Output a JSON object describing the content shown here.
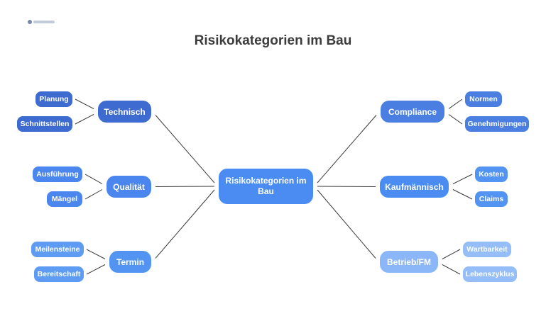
{
  "title": "Risikokategorien im Bau",
  "center": {
    "label": "Risikokategorien im Bau",
    "color": "#4a8cf1"
  },
  "branches": [
    {
      "label": "Technisch",
      "color": "#3d6bd0",
      "leafColor": "#3d6bd0",
      "leaves": [
        "Planung",
        "Schnittstellen"
      ]
    },
    {
      "label": "Qualität",
      "color": "#4a86ee",
      "leafColor": "#4a86ee",
      "leaves": [
        "Ausführung",
        "Mängel"
      ]
    },
    {
      "label": "Termin",
      "color": "#5394f3",
      "leafColor": "#5e9cf4",
      "leaves": [
        "Meilensteine",
        "Bereitschaft"
      ]
    },
    {
      "label": "Compliance",
      "color": "#4a7fe1",
      "leafColor": "#4a7fe1",
      "leaves": [
        "Normen",
        "Genehmigungen"
      ]
    },
    {
      "label": "Kaufmännisch",
      "color": "#4a8cf1",
      "leafColor": "#5394f3",
      "leaves": [
        "Kosten",
        "Claims"
      ]
    },
    {
      "label": "Betrieb/FM",
      "color": "#8bb6f7",
      "leafColor": "#95bdf7",
      "leaves": [
        "Wartbarkeit",
        "Lebenszyklus"
      ]
    }
  ],
  "lineColor": "#3a3a3a"
}
